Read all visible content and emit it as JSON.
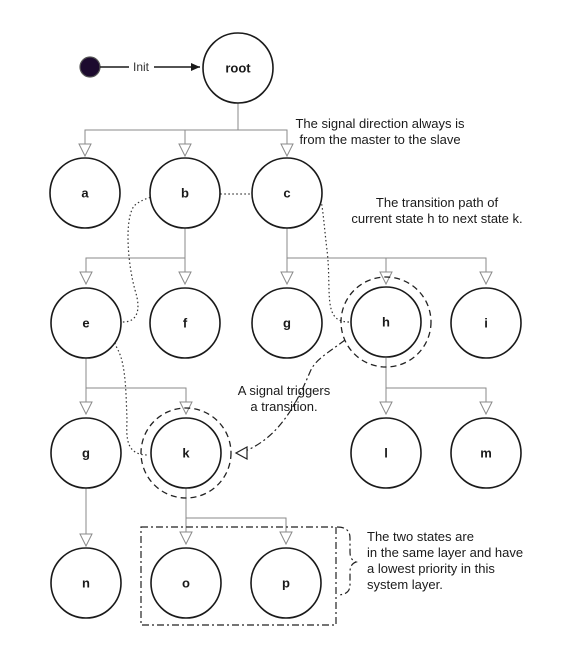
{
  "diagram": {
    "initial": {
      "label": "Init"
    },
    "nodes": {
      "root": "root",
      "a": "a",
      "b": "b",
      "c": "c",
      "e": "e",
      "f": "f",
      "g1": "g",
      "h": "h",
      "i": "i",
      "g2": "g",
      "k": "k",
      "l": "l",
      "m": "m",
      "n": "n",
      "o": "o",
      "p": "p"
    },
    "annotations": {
      "signal_direction": [
        "The signal direction always is",
        "from the master to the slave"
      ],
      "transition_path": [
        "The transition path of",
        "current state h to next state k."
      ],
      "signal_trigger": [
        "A signal triggers",
        "a transition."
      ],
      "same_layer": [
        "The two states are",
        "in the same layer and have",
        "a lowest priority in this",
        "system layer."
      ]
    }
  }
}
